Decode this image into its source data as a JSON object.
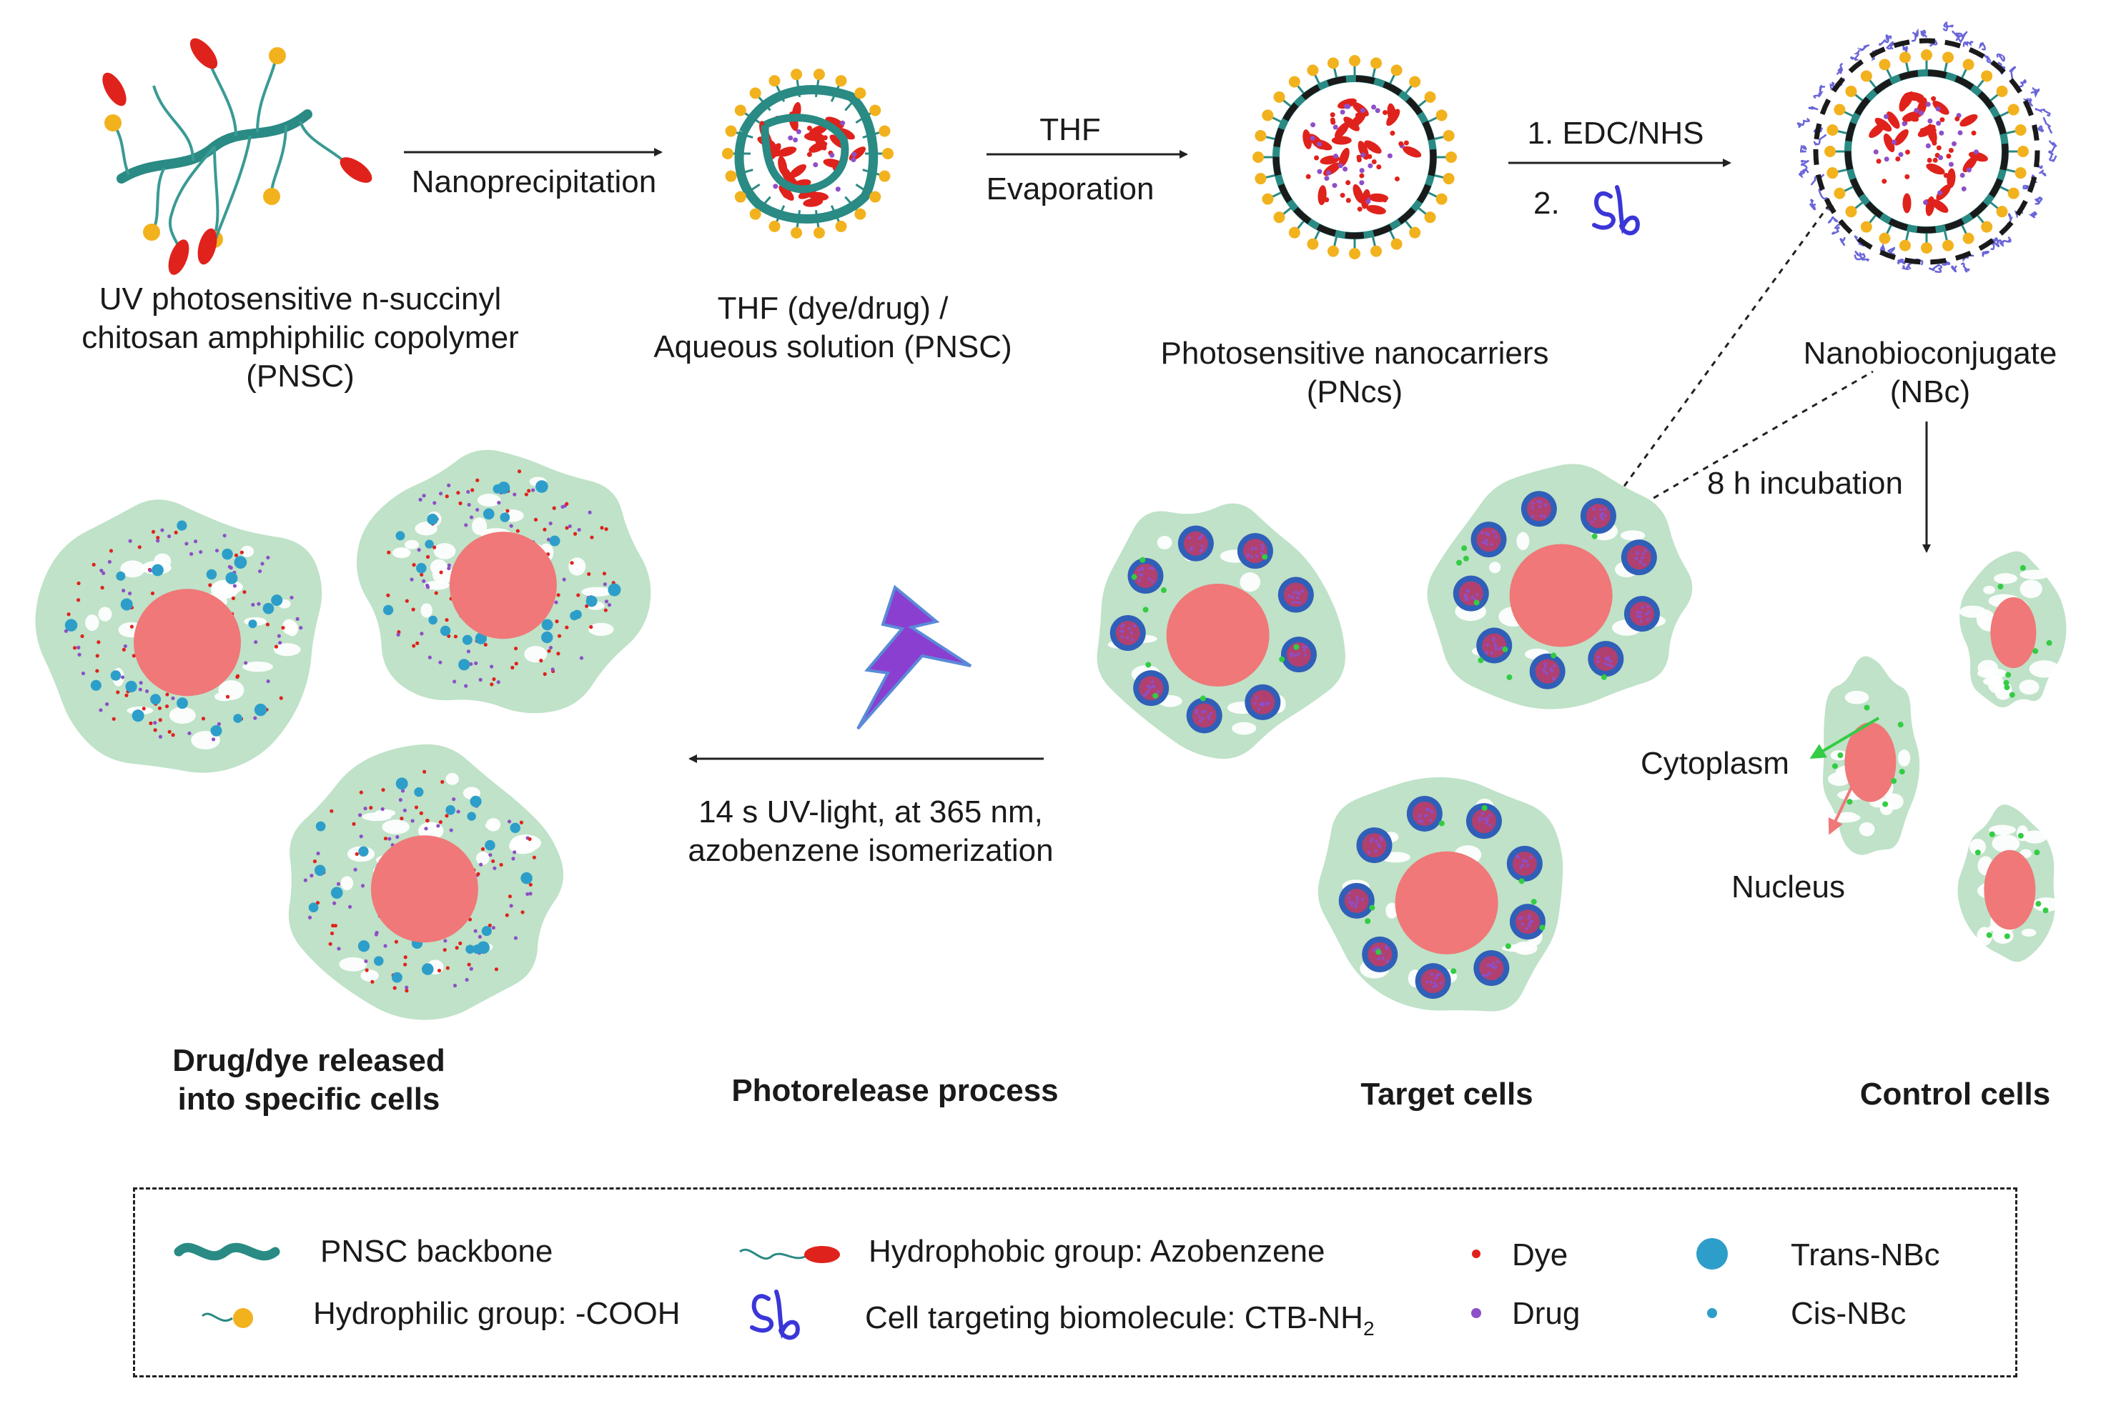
{
  "steps": {
    "s1": {
      "line1": "UV photosensitive n-succinyl",
      "line2": "chitosan amphiphilic copolymer",
      "line3": "(PNSC)"
    },
    "s2": {
      "line1": "THF (dye/drug) /",
      "line2": "Aqueous solution (PNSC)"
    },
    "s3": {
      "line1": "Photosensitive nanocarriers",
      "line2": "(PNcs)"
    },
    "s4": {
      "line1": "Nanobioconjugate",
      "line2": "(NBc)"
    }
  },
  "arrows": {
    "a1": "Nanoprecipitation",
    "a2_top": "THF",
    "a2_bottom": "Evaporation",
    "a3_top": "1. EDC/NHS",
    "a3_bottom": "2.",
    "a4": "8 h incubation",
    "a5_line1": "14 s UV-light, at 365 nm,",
    "a5_line2": "azobenzene isomerization"
  },
  "cells": {
    "released": {
      "line1": "Drug/dye released",
      "line2": "into specific cells"
    },
    "photorelease": "Photorelease process",
    "target": "Target cells",
    "control": "Control cells",
    "cytoplasm": "Cytoplasm",
    "nucleus": "Nucleus"
  },
  "legend": {
    "backbone": "PNSC backbone",
    "hydrophilic": "Hydrophilic group: -COOH",
    "hydrophobic": "Hydrophobic group: Azobenzene",
    "targeting": "Cell targeting biomolecule: CTB-NH",
    "targeting_sub": "2",
    "dye": "Dye",
    "drug": "Drug",
    "trans": "Trans-NBc",
    "cis": "Cis-NBc"
  },
  "colors": {
    "backbone": "#2a8a84",
    "azobenzene": "#e0221c",
    "cooh": "#f2b21e",
    "cell": "#bfe2c8",
    "nucleus": "#f07878",
    "nbc": "#2f5fb8",
    "trans": "#2d9ec9",
    "drug": "#8e4fc7",
    "green": "#33cc44",
    "uv": "#8a3fd0",
    "biomolecule": "#3a36d8"
  }
}
